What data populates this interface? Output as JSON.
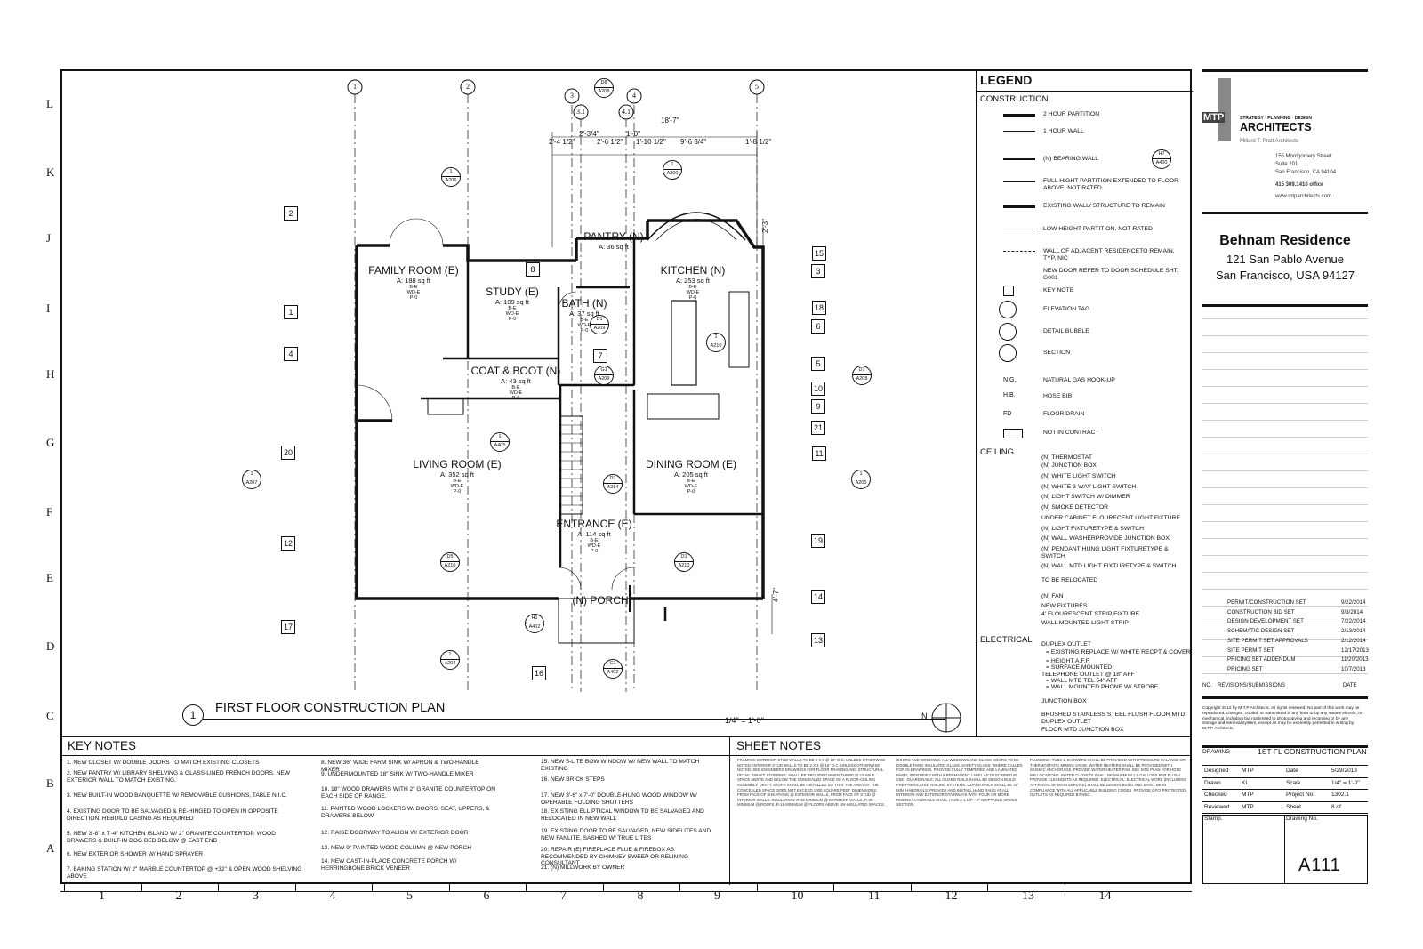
{
  "drawing_title": "FIRST FLOOR CONSTRUCTION PLAN",
  "drawing_number": "1",
  "scale_label": "1/4\" = 1'-0\"",
  "north_label": "N",
  "grid_rows": [
    "L",
    "K",
    "J",
    "I",
    "H",
    "G",
    "F",
    "E",
    "D",
    "C",
    "B",
    "A"
  ],
  "grid_cols": [
    "1",
    "2",
    "3",
    "4",
    "5",
    "6",
    "7",
    "8",
    "9",
    "10",
    "11",
    "12",
    "13",
    "14"
  ],
  "plan_grid_bubbles": [
    "1",
    "2",
    "3",
    "3.1",
    "4",
    "4.1",
    "5"
  ],
  "rooms": [
    {
      "name": "FAMILY ROOM (E)",
      "area": "A: 188 sq ft"
    },
    {
      "name": "STUDY (E)",
      "area": "A: 109 sq ft"
    },
    {
      "name": "PANTRY (N)",
      "area": "A: 36 sq ft"
    },
    {
      "name": "KITCHEN (N)",
      "area": "A: 253 sq ft"
    },
    {
      "name": "BATH (N)",
      "area": "A: 37 sq ft"
    },
    {
      "name": "COAT & BOOT (N)",
      "area": "A: 43 sq ft"
    },
    {
      "name": "LIVING ROOM (E)",
      "area": "A: 352 sq ft"
    },
    {
      "name": "DINING ROOM (E)",
      "area": "A: 205 sq ft"
    },
    {
      "name": "ENTRANCE (E)",
      "area": "A: 114 sq ft"
    },
    {
      "name": "(N) PORCH",
      "area": ""
    }
  ],
  "room_tags": [
    "B-E",
    "WD-E",
    "P-0"
  ],
  "dimensions": [
    "18'-7\"",
    "2'-3/4\"",
    "1'-0\"",
    "2'-4 1/2\"",
    "2'-6 1/2\"",
    "1'-10 1/2\"",
    "9'-6 3/4\"",
    "1'-8 1/2\"",
    "2'-3\"",
    "4'-7\""
  ],
  "keynote_tags": [
    "2",
    "1",
    "4",
    "20",
    "12",
    "17",
    "16",
    "13",
    "8",
    "6",
    "7",
    "15",
    "3",
    "18",
    "5",
    "10",
    "9",
    "21",
    "11",
    "14",
    "19"
  ],
  "section_tags": [
    "D8 A208",
    "1 A206",
    "1 A300",
    "1 A207",
    "D1 A208",
    "1 A205",
    "1 A405",
    "D1 A214",
    "D5 A210",
    "D1 A210",
    "H1 A402",
    "C1 A402",
    "1 A204",
    "G1 A209",
    "D1 A209",
    "1 A210",
    "H7 A400"
  ],
  "legend": {
    "title": "LEGEND",
    "construction_label": "CONSTRUCTION",
    "construction": [
      "2 HOUR PARTITION",
      "1 HOUR WALL",
      "(N) BEARING WALL",
      "FULL HIGHT PARTITION EXTENDED TO FLOOR ABOVE, NOT RATED",
      "EXISTING WALL/ STRUCTURE TO REMAIN",
      "LOW HEIGHT PARTITION, NOT RATED",
      "WALL OF ADJACENT RESIDENCETO REMAIN, TYP, NIC",
      "NEW DOOR REFER TO DOOR SCHEDULE SHT. G001",
      "KEY NOTE",
      "ELEVATION TAG",
      "DETAIL BUBBLE",
      "SECTION",
      "NATURAL GAS HOOK-UP",
      "HOSE BIB",
      "FLOOR DRAIN",
      "NOT IN CONTRACT"
    ],
    "sym_labels": [
      "N.G.",
      "H.B.",
      "FD"
    ],
    "ceiling_label": "CEILING",
    "ceiling": [
      "(N) THERMOSTAT",
      "(N) JUNCTION BOX",
      "(N) WHITE LIGHT SWITCH",
      "(N) WHITE 3-WAY LIGHT SWITCH",
      "(N) LIGHT SWITCH W/ DIMMER",
      "(N) SMOKE DETECTOR",
      "UNDER CABINET FLOURECENT LIGHT FIXTURE",
      "(N) LIGHT FIXTURETYPE & SWITCH",
      "(N) WALL WASHERPROVIDE JUNCTION BOX",
      "(N) PENDANT HUNG LIGHT FIXTURETYPE & SWITCH",
      "(N) WALL MTD LIGHT FIXTURETYPE & SWITCH",
      "TO BE RELOCATED",
      "(N) FAN",
      "NEW FIXTURES",
      "4' FLOURESCENT STRIP FIXTURE",
      "WALL MOUNTED LIGHT STRIP"
    ],
    "electrical_label": "ELECTRICAL",
    "electrical": [
      "DUPLEX OUTLET",
      "= EXISTING REPLACE W/ WHITE RECPT & COVER",
      "= HEIGHT A.F.F.",
      "= SURFACE MOUNTED",
      "TELEPHONE OUTLET @ 18\" AFF",
      "= WALL MTD TEL 54\" AFF",
      "= WALL MOUNTED PHONE W/ STROBE",
      "JUNCTION BOX",
      "BRUSHED STAINLESS STEEL FLUSH FLOOR MTD DUPLEX OUTLET",
      "FLOOR MTD JUNCTION BOX"
    ]
  },
  "key_notes_title": "KEY NOTES",
  "key_notes": [
    "1. NEW CLOSET W/ DOUBLE DOORS TO MATCH EXISTING CLOSETS",
    "2. NEW PANTRY W/ LIBRARY SHELVING & GLASS-LINED FRENCH DOORS. NEW EXTERIOR WALL TO MATCH EXISTING.",
    "3. NEW BUILT-IN WOOD BANQUETTE W/ REMOVABLE CUSHIONS, TABLE N.I.C.",
    "4. EXISTING DOOR TO BE SALVAGED & RE-HINGED TO OPEN IN OPPOSITE DIRECTION. REBUILD CASING AS REQUIRED",
    "5. NEW 3'-8\" x 7'-4\" KITCHEN ISLAND W/ 2\" GRANITE COUNTERTOP. WOOD DRAWERS & BUILT-IN DOG BED BELOW @ EAST END",
    "6. NEW EXTERIOR SHOWER W/ HAND SPRAYER",
    "7. BAKING STATION W/ 2\" MARBLE COUNTERTOP @ +32\" & OPEN WOOD SHELVING ABOVE",
    "8. NEW 36\" WIDE FARM SINK W/ APRON & TWO-HANDLE MIXER",
    "9. UNDERMOUNTED 18\" SINK W/ TWO-HANDLE MIXER",
    "10. 18\" WOOD DRAWERS WITH 2\" GRANITE COUNTERTOP ON EACH SIDE OF RANGE.",
    "11. PAINTED WOOD LOCKERS W/ DOORS, SEAT, UPPERS, & DRAWERS BELOW",
    "12. RAISE DOORWAY TO ALIGN W/ EXTERIOR DOOR",
    "13. NEW 9\" PAINTED WOOD COLUMN @ NEW PORCH",
    "14. NEW CAST-IN-PLACE CONCRETE PORCH W/ HERRINGBONE BRICK VENEER",
    "15. NEW 5-LITE BOW WINDOW W/ NEW WALL TO MATCH EXISTING",
    "16. NEW BRICK STEPS",
    "17. NEW 3'-6\" x 7'-0\" DOUBLE-HUNG WOOD WINDOW W/ OPERABLE FOLDING SHUTTERS",
    "18. EXISTING ELLIPTICAL WINDOW TO BE SALVAGED AND RELOCATED IN NEW WALL",
    "19. EXISTING DOOR TO BE SALVAGED, NEW SIDELITES AND NEW FANLITE, SASHED W/ TRUE LITES",
    "20. REPAIR (E) FIREPLACE FLUE & FIREBOX AS RECOMMENDED BY CHIMNEY SWEEP OR RELINING CONSULTANT",
    "21. (N) MILLWORK BY OWNER"
  ],
  "sheet_notes_title": "SHEET NOTES",
  "sheet_notes_cols": [
    "FRAMING: EXTERIOR STUD WALLS TO BE 2 X 6 @ 16\" O.C. UNLESS OTHERWISE NOTED. INTERIOR STUD WALLS TO BE 2 X 4 @ 16\" O.C. UNLESS OTHERWISE NOTED. SEE ENGINEERS DRAWINGS FOR FLOOR FRAMING AND STRUCTURAL DETAIL. DRAFT STOPPING: SHALL BE PROVIDED WHEN THERE IS USABLE SPACE ABOVE AND BELOW THE CONCEALED SPACE OF A FLOOR-CEILING ASSEMBLY. DRAFT STOPS SHALL BE INSTALLED SO THAT THE AREA OF THE CONCEALED SPACE DOES NOT EXCEED 1000 SQUARE FEET. DIMENSIONS: FROM FACE OF SHEATHING @ EXTERIOR WALLS, FROM FACE OF STUD @ INTERIOR WALLS. INSULATION: R-19 MINIMUM @ EXTERIOR WALLS, R-30 MINIMUM @ ROOFS, R-19 MINIMUM @ FLOORS ABOVE UN-INSULATED SPACES.",
    "DOORS AND WINDOWS: ALL WINDOWS AND GLASS DOORS TO BE DOUBLE PANE INSULATED GLASS. SAFETY GLASS: WHERE CALLED FOR IN DRAWINGS, PROVIDE FULLY TEMPERED AND LAMINATED PANEL IDENTIFIED WITH A PERMANENT LABEL AS DESCRIBED IN CBC. GUARD RAILS: ALL GUARD RAILS SHALL BE DESIGN BUILD PRE-FABRICATED RAILING SYSTEMS. GUARD RAILS SHALL BE 42\" MIN. HANDRAILS: PROVIDE AND INSTALL HAND RAILS AT ALL INTERIOR AND EXTERIOR STAIRWAYS WITH FOUR OR MORE RISERS. HANDRAILS SHALL HAVE A 1 1/2\" - 2\" GRIPPABLE CROSS SECTION.",
    "PLUMBING: TUBS & SHOWERS SHALL BE PROVIDED WITH PRESSURE BALANCE OR THERMOSTATIC MIXING VALVE. WATER HEATERS SHALL BE PROVIDED WITH SEISMIC ANCHORAGE. PROVIDE WATER HEATER PAN. SEE SITE PLAN FOR HOSE BIB LOCATIONS. WATER CLOSETS SHALL BE MAXIMUM 1.6 GALLONS PER FLUSH. PROVIDE CLEANOUTS AS REQUIRED. ELECTRICAL: ELECTRICAL WORK (INCLUDING APPROVAL OF MAIN SERVICE) SHALL BE DESIGN BUILD AND SHALL BE IN COMPLIANCE WITH ALL APPLICABLE BUILDING CODES. PROVIDE GFCI PROTECTED OUTLETS AS REQUIRED BY NEC."
  ],
  "title_block": {
    "tagline": "STRATEGY · PLANNING · DESIGN",
    "firm": "ARCHITECTS",
    "firm_mark": "MTP",
    "firm_full": "Millard T. Pratt Architects",
    "address": [
      "155 Montgomery Street",
      "Suite 201",
      "San Francisco, CA 94104"
    ],
    "phone": "415 309.1410 office",
    "web": "www.mtparchitects.com",
    "project": "Behnam Residence",
    "project_addr1": "121 San Pablo Avenue",
    "project_addr2": "San Francisco, USA  94127",
    "revisions": [
      {
        "label": "PERMIT/CONSTRUCTION SET",
        "date": "9/22/2014"
      },
      {
        "label": "CONSTRUCTION BID SET",
        "date": "9/3/2014"
      },
      {
        "label": "DESIGN DEVELOPMENT SET",
        "date": "7/22/2014"
      },
      {
        "label": "SCHEMATIC DESIGN SET",
        "date": "2/13/2014"
      },
      {
        "label": "SITE PERMIT SET APPROVALS",
        "date": "2/12/2014"
      },
      {
        "label": "SITE PERMIT SET",
        "date": "12/17/2013"
      },
      {
        "label": "PRICING SET ADDENDUM",
        "date": "11/20/2013"
      },
      {
        "label": "PRICING SET",
        "date": "10/7/2013"
      }
    ],
    "rev_no": "NO.",
    "rev_hdr": "REVISIONS/SUBMISSIONS",
    "rev_date": "DATE",
    "copyright": "Copyright 2012 by M.T.P Architects. All rights reserved. No part of this work may be reproduced, changed, copied, or transmitted in any form or by any means electric, or mechanical, including but not limited to photocopying and recording or by any storage and retrieval system, except as may be expressly permitted in writing by M.T.P Architects.",
    "drawing_label": "DRAWING",
    "drawing_name": "1ST FL CONSTRUCTION PLAN",
    "fields": [
      {
        "k": "Designed",
        "v": "MTP",
        "k2": "Date",
        "v2": "5/29/2013"
      },
      {
        "k": "Drawn",
        "v": "KL",
        "k2": "Scale",
        "v2": "1/4\" = 1'-0\""
      },
      {
        "k": "Checked",
        "v": "MTP",
        "k2": "Project No.",
        "v2": "1302.1"
      },
      {
        "k": "Reviewed",
        "v": "MTP",
        "k2": "Sheet",
        "v2": "8  of"
      },
      {
        "k": "Stamp.",
        "v": "",
        "k2": "Drawing No.",
        "v2": ""
      }
    ],
    "sheet_no": "A111"
  }
}
